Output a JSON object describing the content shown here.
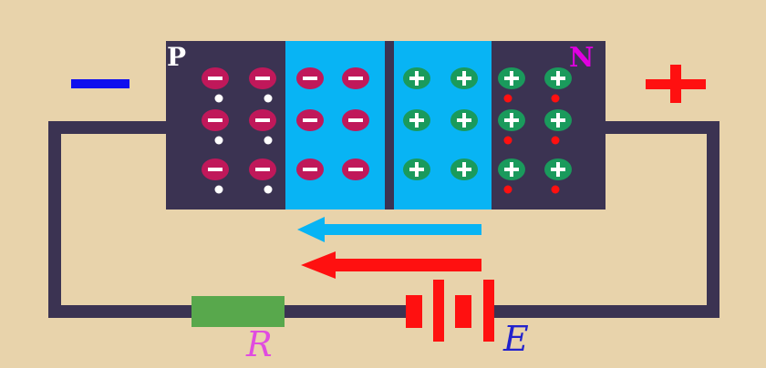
{
  "labels": {
    "p_region": "P",
    "n_region": "N",
    "resistor": "R",
    "source": "E"
  },
  "polarity": {
    "left": "negative",
    "right": "positive"
  },
  "ions": {
    "p_region_sign": "−",
    "n_region_sign": "+"
  },
  "colors": {
    "background": "#e8d3ab",
    "semiconductor_body": "#3b3352",
    "depletion_region": "#08b4f4",
    "negative_ion": "#c0185a",
    "positive_ion": "#1a9a5c",
    "hole": "#ffffff",
    "electron": "#ff1010",
    "wire": "#3b3352",
    "resistor": "#58a84c",
    "battery": "#ff1010",
    "minus_sign": "#1010ee",
    "plus_sign": "#ff1010",
    "arrow_drift": "#08b4f4",
    "arrow_current": "#ff1010",
    "label_p": "#ffffff",
    "label_n": "#e000e0",
    "label_r": "#e04ce0",
    "label_e": "#2222cc"
  }
}
